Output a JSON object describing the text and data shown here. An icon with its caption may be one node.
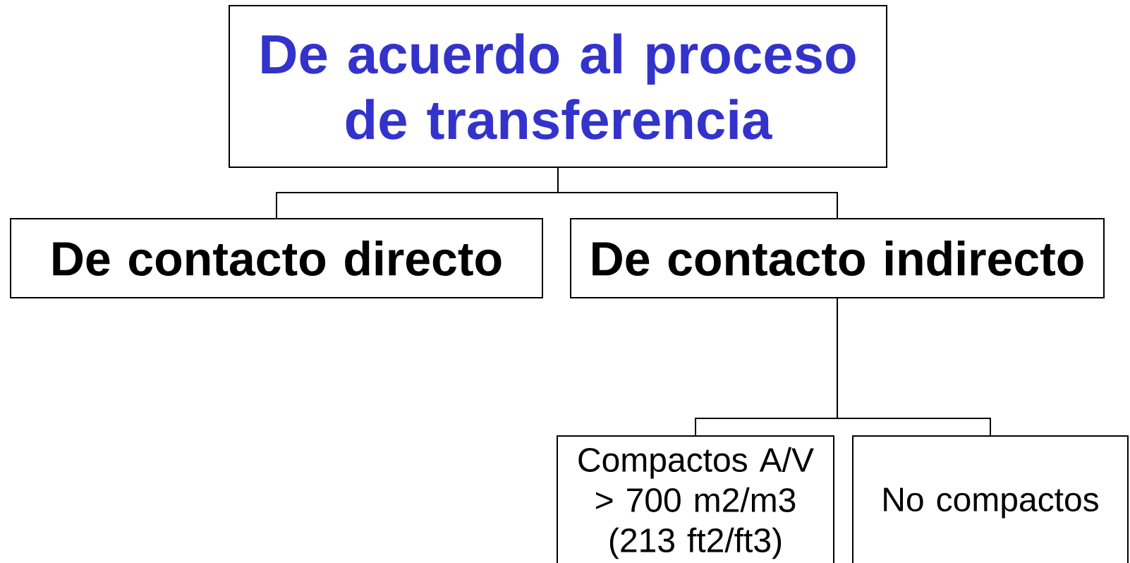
{
  "diagram": {
    "nodes": [
      {
        "text": [
          "De acuerdo al proceso de transferencia"
        ]
      },
      {
        "text": [
          "De contacto directo"
        ]
      },
      {
        "text": [
          "De contacto indirecto"
        ]
      },
      {
        "text": [
          "Compactos A/V > 700 m2/m3 (213 ft2/ft3)"
        ]
      },
      {
        "text": [
          "No compactos"
        ]
      }
    ],
    "edges": [
      {
        "from": 0,
        "to": 1,
        "arrow": "none"
      },
      {
        "from": 0,
        "to": 2,
        "arrow": "none"
      },
      {
        "from": 2,
        "to": 3,
        "arrow": "none"
      },
      {
        "from": 2,
        "to": 4,
        "arrow": "none"
      }
    ]
  }
}
